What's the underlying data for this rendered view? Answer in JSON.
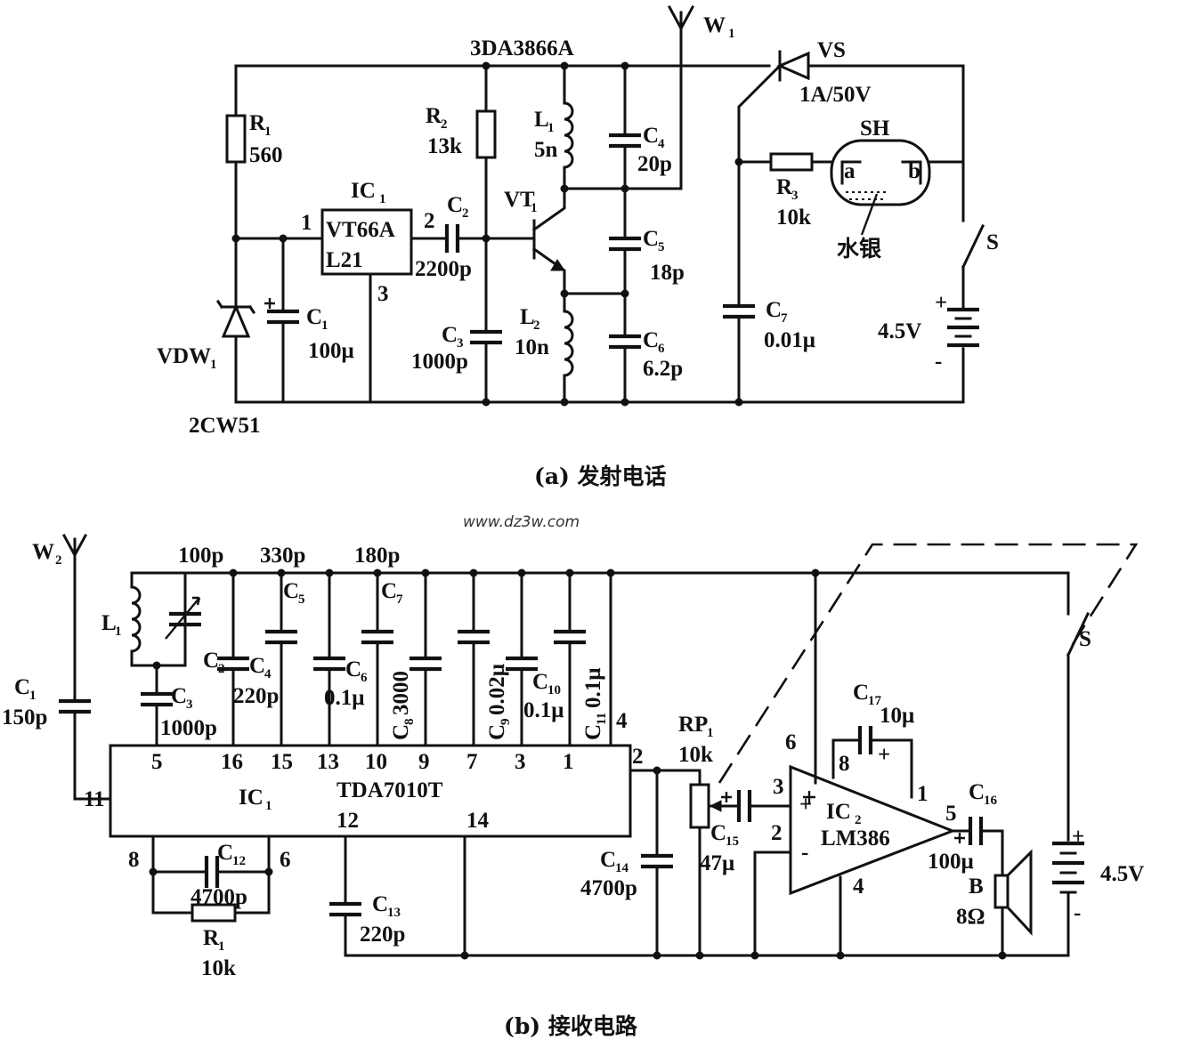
{
  "watermark": "www.dz3w.com",
  "circuit_a": {
    "caption": "(a) 发射电话",
    "antenna": "W",
    "antenna_sub": "1",
    "transistor_part": "3DA3866A",
    "r1": {
      "name": "R",
      "sub": "1",
      "value": "560"
    },
    "r2": {
      "name": "R",
      "sub": "2",
      "value": "13k"
    },
    "r3": {
      "name": "R",
      "sub": "3",
      "value": "10k"
    },
    "ic": {
      "name": "IC",
      "sub": "1",
      "part1": "VT66A",
      "part2": "L21",
      "pin1": "1",
      "pin2": "2",
      "pin3": "3"
    },
    "c1": {
      "name": "C",
      "sub": "1",
      "value": "100μ"
    },
    "c2": {
      "name": "C",
      "sub": "2",
      "value": "2200p"
    },
    "c3": {
      "name": "C",
      "sub": "3",
      "value": "1000p"
    },
    "c4": {
      "name": "C",
      "sub": "4",
      "value": "20p"
    },
    "c5": {
      "name": "C",
      "sub": "5",
      "value": "18p"
    },
    "c6": {
      "name": "C",
      "sub": "6",
      "value": "6.2p"
    },
    "c7": {
      "name": "C",
      "sub": "7",
      "value": "0.01μ"
    },
    "l1": {
      "name": "L",
      "sub": "1",
      "value": "5n"
    },
    "l2": {
      "name": "L",
      "sub": "2",
      "value": "10n"
    },
    "vt": {
      "name": "VT",
      "sub": "1"
    },
    "vdw": {
      "name": "VDW",
      "sub": "1",
      "part": "2CW51"
    },
    "vs": {
      "name": "VS",
      "rating": "1A/50V"
    },
    "sh": {
      "name": "SH",
      "a": "a",
      "b": "b",
      "mercury": "水银"
    },
    "switch": "S",
    "battery": {
      "value": "4.5V",
      "plus": "+",
      "minus": "-"
    }
  },
  "circuit_b": {
    "caption": "(b) 接收电路",
    "antenna": "W",
    "antenna_sub": "2",
    "ic1": {
      "name": "IC",
      "sub": "1",
      "part": "TDA7010T",
      "pins": {
        "p5": "5",
        "p16": "16",
        "p15": "15",
        "p13": "13",
        "p10": "10",
        "p9": "9",
        "p7": "7",
        "p3": "3",
        "p1": "1",
        "p4": "4",
        "p2": "2",
        "p11": "11",
        "p8": "8",
        "p6": "6",
        "p12": "12",
        "p14": "14"
      }
    },
    "ic2": {
      "name": "IC",
      "sub": "2",
      "part": "LM386",
      "pin6": "6",
      "pin8": "8",
      "pin1": "1",
      "pin3": "3",
      "pin2": "2",
      "pin5": "5",
      "pin4": "4",
      "plus": "+",
      "minus": "-"
    },
    "l1": {
      "name": "L",
      "sub": "1"
    },
    "c1": {
      "name": "C",
      "sub": "1",
      "value": "150p"
    },
    "c2": {
      "name": "C",
      "sub": "2",
      "value": "100p"
    },
    "c3": {
      "name": "C",
      "sub": "3",
      "value": "1000p"
    },
    "c4": {
      "name": "C",
      "sub": "4",
      "value": "220p"
    },
    "c5": {
      "name": "C",
      "sub": "5",
      "value": "330p"
    },
    "c6": {
      "name": "C",
      "sub": "6",
      "value": "0.1μ"
    },
    "c7": {
      "name": "C",
      "sub": "7",
      "value": "180p"
    },
    "c8": {
      "name": "C",
      "sub": "8",
      "value": "3000"
    },
    "c9": {
      "name": "C",
      "sub": "9",
      "value": "0.02μ"
    },
    "c10": {
      "name": "C",
      "sub": "10",
      "value": "0.1μ"
    },
    "c11": {
      "name": "C",
      "sub": "11",
      "value": "0.1μ"
    },
    "c12": {
      "name": "C",
      "sub": "12",
      "value": "4700p"
    },
    "c13": {
      "name": "C",
      "sub": "13",
      "value": "220p"
    },
    "c14": {
      "name": "C",
      "sub": "14",
      "value": "4700p"
    },
    "c15": {
      "name": "C",
      "sub": "15",
      "value": "47μ"
    },
    "c16": {
      "name": "C",
      "sub": "16",
      "value": "100μ"
    },
    "c17": {
      "name": "C",
      "sub": "17",
      "value": "10μ"
    },
    "r1": {
      "name": "R",
      "sub": "1",
      "value": "10k"
    },
    "rp1": {
      "name": "RP",
      "sub": "1",
      "value": "10k"
    },
    "speaker": {
      "name": "B",
      "value": "8Ω"
    },
    "switch": "S",
    "battery": {
      "value": "4.5V",
      "plus": "+",
      "minus": "-"
    }
  }
}
